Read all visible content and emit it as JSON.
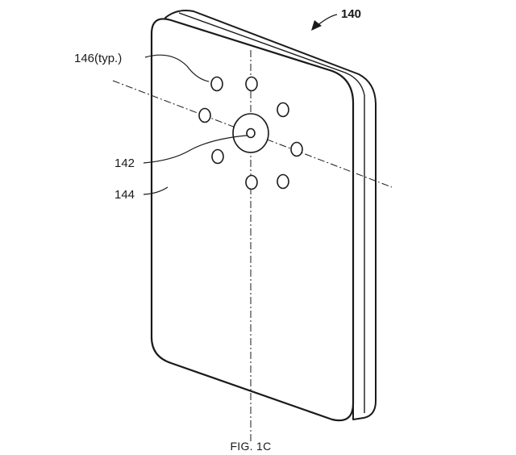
{
  "figure": {
    "caption": "FIG. 1C",
    "labels": {
      "device": "140",
      "center_element": "142",
      "face": "144",
      "holes": "146(typ.)"
    },
    "hole_count": 8
  }
}
